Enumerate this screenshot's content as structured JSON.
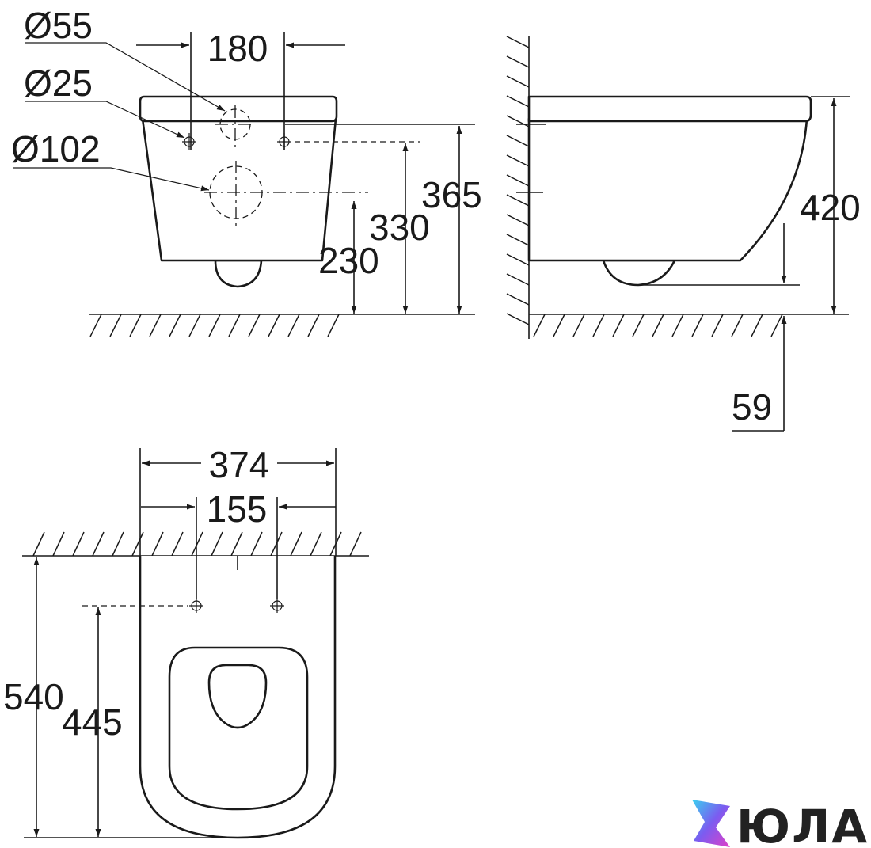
{
  "front_view": {
    "dia_55": "Ø55",
    "dia_25": "Ø25",
    "dia_102": "Ø102",
    "dim_180": "180",
    "dim_365": "365",
    "dim_330": "330",
    "dim_230": "230"
  },
  "side_view": {
    "dim_420": "420",
    "dim_59": "59"
  },
  "top_view": {
    "dim_374": "374",
    "dim_155": "155",
    "dim_540": "540",
    "dim_445": "445"
  },
  "logo": {
    "text": "ЮЛА",
    "colors": [
      "#3ad1f0",
      "#7b5cf0",
      "#e040c8"
    ]
  }
}
